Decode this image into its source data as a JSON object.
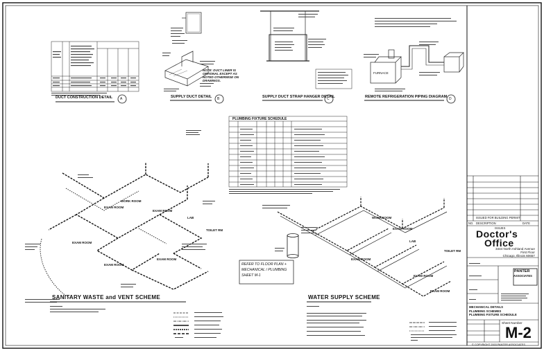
{
  "details": {
    "a": {
      "title": "DUCT CONSTRUCTION DETAIL",
      "tag": "A"
    },
    "b": {
      "title": "SUPPLY DUCT DETAIL",
      "tag": "B",
      "note": "NOTE: DUCT LINER IS OPTIONAL EXCEPT AS NOTED OTHERWISE ON DRAWINGS."
    },
    "c": {
      "title": "SUPPLY DUCT STRAP HANGER DETAIL",
      "tag": "C"
    },
    "d": {
      "title": "REMOTE REFRIGERATION PIPING DIAGRAM",
      "tag": "D",
      "furnace": "FURNACE"
    }
  },
  "schedule": {
    "title": "PLUMBING FIXTURE SCHEDULE"
  },
  "schemes": {
    "sanitary": "SANITARY WASTE and VENT SCHEME",
    "water": "WATER SUPPLY SCHEME",
    "note_box": [
      "REFER TO FLOOR PLAN +",
      "MECHANICAL / PLUMBING",
      "SHEET M-1"
    ],
    "rooms_left": [
      "WORK ROOM",
      "EXAM ROOM",
      "EXAM ROOM",
      "LAB",
      "TOILET RM",
      "EXAM ROOM",
      "EXAM ROOM",
      "EXAM ROOM"
    ],
    "rooms_right": [
      "WORKROOM",
      "EXAM ROOM",
      "LAB",
      "TOILET RM",
      "EXAM ROOM",
      "EXAM ROOM",
      "EXAM ROOM"
    ]
  },
  "title_block": {
    "issued": "ISSUED FOR BUILDING PERMIT",
    "no_label": "NO.",
    "desc_label": "DESCRIPTION",
    "date_label": "DATE",
    "issues": "ISSUES",
    "project_line1": "Doctor's",
    "project_line2": "Office",
    "address1": "3344 North Ashland Avenue",
    "address2": "First Floor",
    "address3": "Chicago, Illinois 60657",
    "firm1": "PANTER",
    "firm2": "ASSOCIATES",
    "drawing_title1": "MECHANICAL DETAILS",
    "drawing_title2": "PLUMBING SCHEMES",
    "drawing_title3": "PLUMBING FIXTURE SCHEDULE",
    "sheet_number_label": "Sheet Number",
    "sheet_number": "M-2",
    "copyright": "© COPYRIGHT 2003 PANTER ASSOCIATES"
  }
}
